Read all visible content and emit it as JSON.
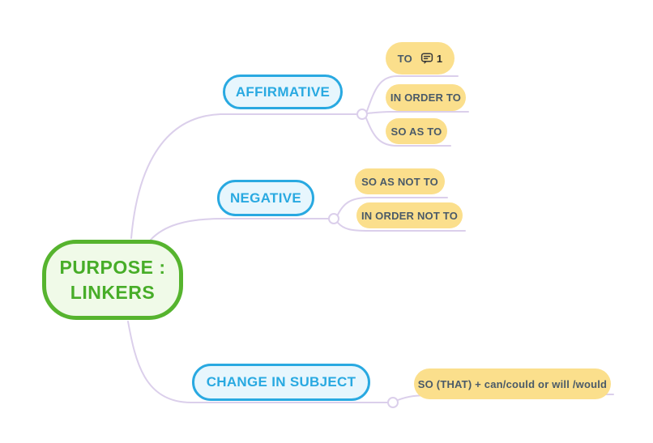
{
  "canvas": {
    "background": "#ffffff"
  },
  "colors": {
    "root_border": "#56b42e",
    "root_fill": "#f0fae8",
    "root_text": "#47ad28",
    "branch_border": "#29a9e1",
    "branch_fill": "#e7f6fd",
    "branch_text": "#29a9e1",
    "leaf_fill": "#fbdf8c",
    "leaf_text": "#4a5a68",
    "connector_line": "#dbcfeb",
    "comment_icon": "#3a3a3a"
  },
  "root": {
    "label": "PURPOSE : LINKERS",
    "line1": "PURPOSE :",
    "line2": "LINKERS"
  },
  "branches": [
    {
      "label": "AFFIRMATIVE",
      "children": [
        {
          "label": "TO",
          "comment_count": "1"
        },
        {
          "label": "IN ORDER TO"
        },
        {
          "label": "SO AS TO"
        }
      ]
    },
    {
      "label": "NEGATIVE",
      "children": [
        {
          "label": "SO AS NOT TO"
        },
        {
          "label": "IN ORDER NOT TO"
        }
      ]
    },
    {
      "label": "CHANGE IN SUBJECT",
      "children": [
        {
          "label": "SO (THAT) + can/could or will /would"
        }
      ]
    }
  ]
}
